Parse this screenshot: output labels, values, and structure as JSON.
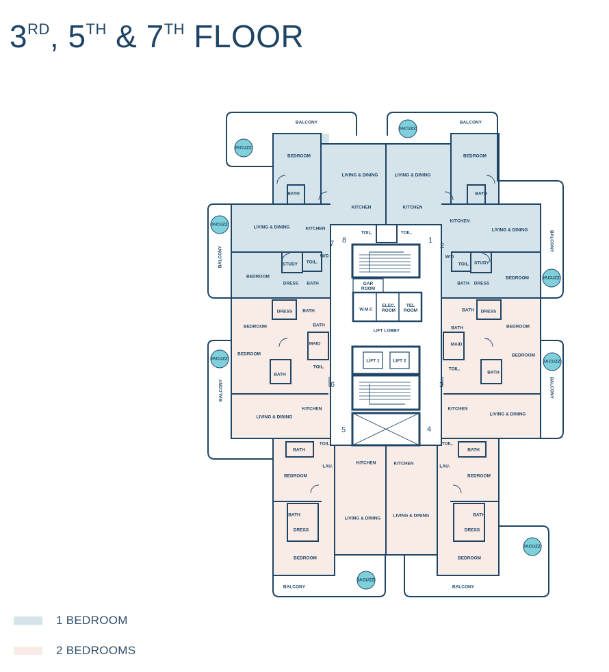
{
  "title": {
    "n1": "3",
    "s1": "RD",
    "sep1": ", ",
    "n2": "5",
    "s2": "TH",
    "sep2": " & ",
    "n3": "7",
    "s3": "TH",
    "rest": " FLOOR"
  },
  "colors": {
    "one_bedroom": "#d5e3ea",
    "two_bedrooms": "#f9ebe6",
    "line": "#1e4566",
    "jacuzzi": "#7fd0db"
  },
  "legend": {
    "one_bedroom": "1 BEDROOM",
    "two_bedrooms": "2 BEDROOMS"
  },
  "plan": {
    "balcony": "BALCONY",
    "jacuzzi": "JACUZZI",
    "bedroom": "BEDROOM",
    "living_dining": "LIVING & DINING",
    "kitchen": "KITCHEN",
    "bath": "BATH",
    "toil": "TOIL.",
    "wd": "W/D",
    "study": "STUDY",
    "dress": "DRESS",
    "maid": "MAID",
    "lau": "LAU.",
    "gar_room_1": "GAR",
    "gar_room_2": "ROOM",
    "wmc": "W.M.C",
    "elec_room_1": "ELEC.",
    "elec_room_2": "ROOM",
    "tel_room_1": "TEL",
    "tel_room_2": "ROOM",
    "lift_lobby": "LIFT LOBBY",
    "lift_1": "LIFT 1",
    "lift_2": "LIFT 2",
    "unit_1": "1",
    "unit_2": "2",
    "unit_3": "3",
    "unit_4": "4",
    "unit_5": "5",
    "unit_6": "6",
    "unit_7": "7",
    "unit_8": "8"
  }
}
